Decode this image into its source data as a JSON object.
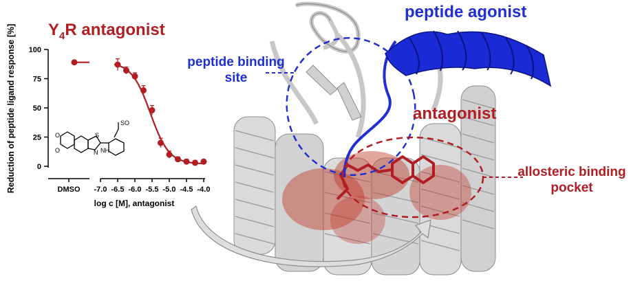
{
  "chart_title_main": "Y",
  "chart_title_sub": "4",
  "chart_title_rest": "R antagonist",
  "agonist_label": "peptide agonist",
  "site_label": "peptide binding site",
  "antagonist_label": "antagonist",
  "pocket_label": "allosteric binding pocket",
  "colors": {
    "red": "#b01e23",
    "blue": "#1f2fd0",
    "helix": "#d9d9d9",
    "agonist_helix": "#1a2bd6"
  },
  "structure_labels": {
    "sulfonyl": "SO",
    "nh": "NH",
    "n": "N",
    "s": "S",
    "o": "O"
  },
  "chart_data": {
    "type": "scatter",
    "title": "",
    "xlabel": "log c [M], antagonist",
    "ylabel": "Reduction of peptide ligand response [%]",
    "ylim": [
      0,
      100
    ],
    "yticks": [
      0,
      25,
      50,
      75,
      100
    ],
    "xlim": [
      -7.0,
      -4.0
    ],
    "xticks": [
      "-7.0",
      "-6.5",
      "-6.0",
      "-5.5",
      "-5.0",
      "-4.5",
      "-4.0"
    ],
    "control_label": "DMSO",
    "control_value": 89,
    "series": [
      {
        "x": [
          -6.5,
          -6.25,
          -6.0,
          -5.75,
          -5.5,
          -5.25,
          -5.0,
          -4.75,
          -4.5,
          -4.25,
          -4.0
        ],
        "y": [
          87,
          82,
          77,
          65,
          48,
          20,
          10,
          6,
          4,
          3,
          4
        ],
        "err": [
          5,
          3,
          3,
          4,
          4,
          4,
          3,
          2,
          2,
          2,
          1
        ]
      }
    ],
    "fit": {
      "top": 89,
      "bottom": 2,
      "log_ic50": -5.55,
      "hill": 1.6
    }
  }
}
